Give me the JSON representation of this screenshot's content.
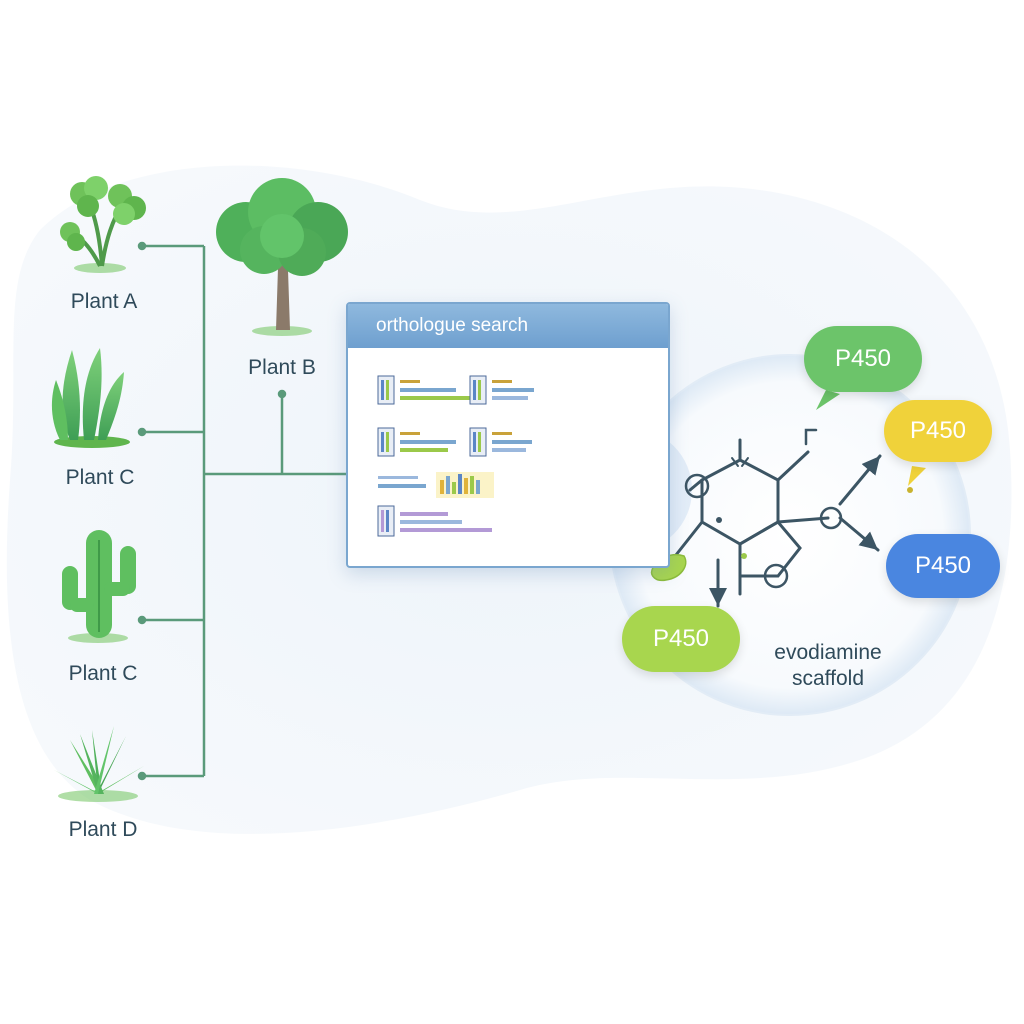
{
  "plants": [
    {
      "label": "Plant A",
      "icon": "clover-plant-icon"
    },
    {
      "label": "Plant B",
      "icon": "tree-icon"
    },
    {
      "label": "Plant C",
      "icon": "leafy-plant-icon"
    },
    {
      "label": "Plant C",
      "icon": "cactus-icon"
    },
    {
      "label": "Plant D",
      "icon": "grass-icon"
    }
  ],
  "search_window": {
    "title": "orthologue search"
  },
  "enzymes": [
    {
      "label": "P450",
      "color": "#6cc46a"
    },
    {
      "label": "P450",
      "color": "#f0d23a"
    },
    {
      "label": "P450",
      "color": "#4a86e0"
    },
    {
      "label": "P450",
      "color": "#a8d64e"
    }
  ],
  "molecule": {
    "line1": "evodiamine",
    "line2": "scaffold"
  },
  "colors": {
    "connector": "#5a9a7a",
    "accent_blue": "#7aa6cf",
    "text": "#2f4a5a"
  }
}
